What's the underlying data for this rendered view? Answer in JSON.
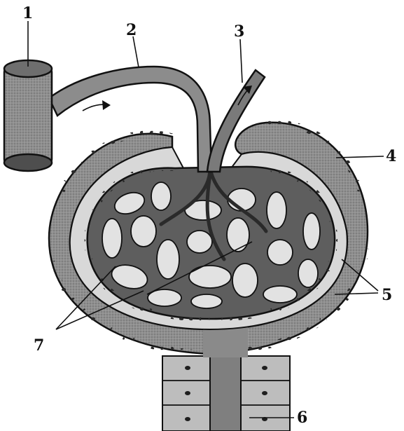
{
  "diagram": {
    "labels": {
      "l1": "1",
      "l2": "2",
      "l3": "3",
      "l4": "4",
      "l5": "5",
      "l6": "6",
      "l7": "7"
    },
    "colors": {
      "ink": "#111111",
      "vessel_fill": "#8d8d8d",
      "capsule_fill": "#9a9a9a",
      "space_fill": "#d6d6d6",
      "cell_fill": "#c2c2c2"
    }
  }
}
